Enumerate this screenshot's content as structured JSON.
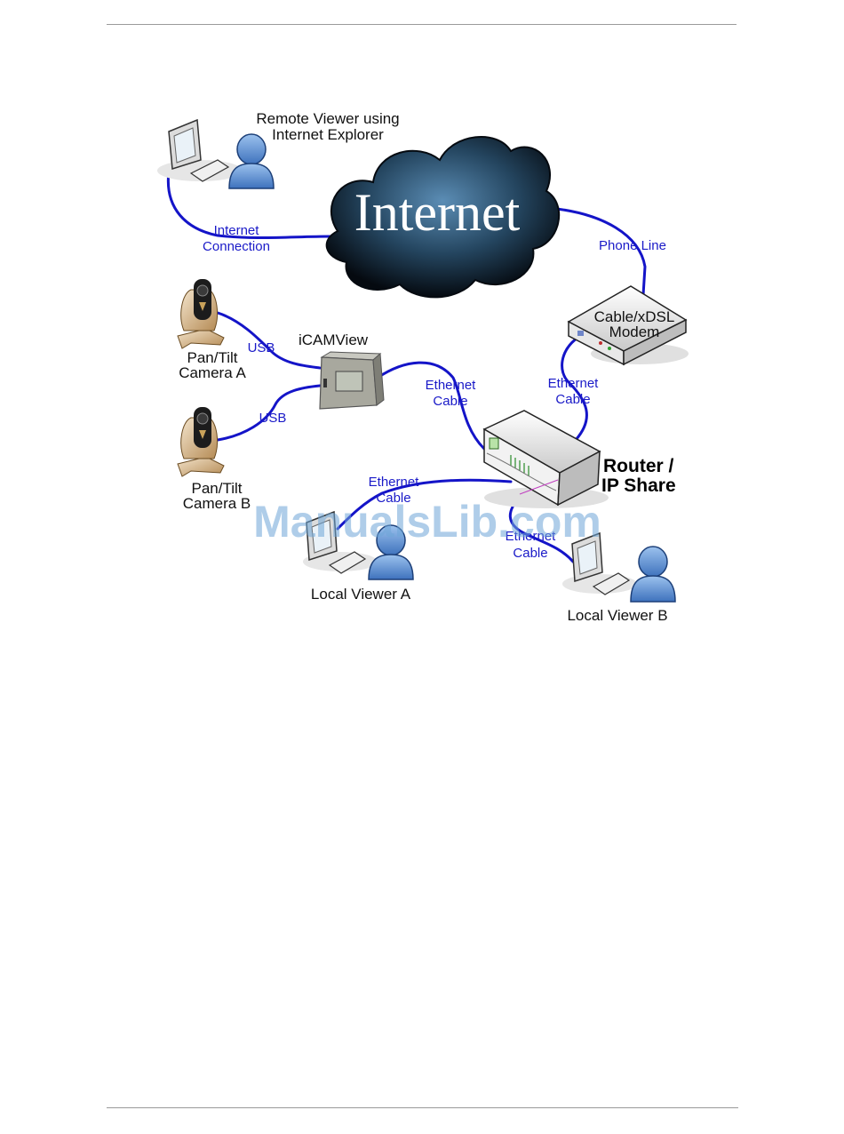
{
  "diagram": {
    "cloud_label": "Internet",
    "remote_viewer": {
      "line1": "Remote Viewer using",
      "line2": "Internet Explorer"
    },
    "internet_connection": {
      "line1": "Internet",
      "line2": "Connection"
    },
    "phone_line": "Phone Line",
    "modem": {
      "line1": "Cable/xDSL",
      "line2": "Modem"
    },
    "modem_ethernet": {
      "line1": "Ethernet",
      "line2": "Cable"
    },
    "icamview_label": "iCAMView",
    "icam_ethernet": {
      "line1": "Ethernet",
      "line2": "Cable"
    },
    "router": {
      "line1": "Router /",
      "line2": "IP Share"
    },
    "camera_a": {
      "line1": "Pan/Tilt",
      "line2": "Camera A",
      "link": "USB"
    },
    "camera_b": {
      "line1": "Pan/Tilt",
      "line2": "Camera B",
      "link": "USB"
    },
    "viewer_a": {
      "label": "Local Viewer A",
      "cable1": "Ethernet",
      "cable2": "Cable"
    },
    "viewer_b": {
      "label": "Local Viewer B",
      "cable1": "Ethernet",
      "cable2": "Cable"
    },
    "watermark": "ManualsLib.com"
  },
  "colors": {
    "cable": "#1414c8",
    "label_blue": "#1a1ac8",
    "cloud_dark": "#0a1420",
    "cloud_light": "#4a7ea8",
    "person_blue": "#5a8fd0"
  }
}
